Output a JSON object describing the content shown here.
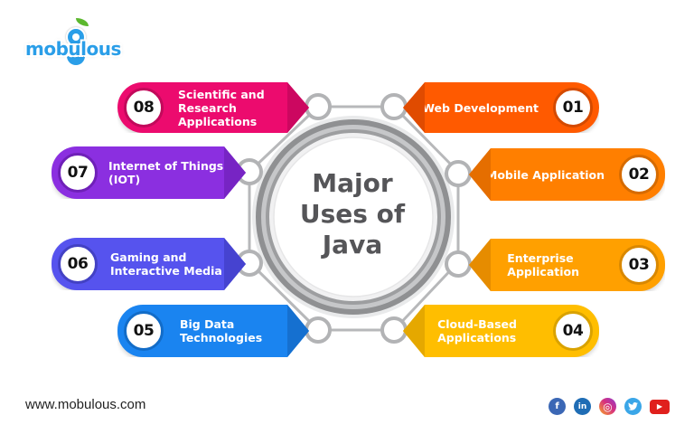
{
  "brand": {
    "logo_text": "mobulous",
    "website": "www.mobulous.com"
  },
  "center": {
    "title_line1": "Major",
    "title_line2": "Uses of",
    "title_line3": "Java"
  },
  "items": [
    {
      "num": "01",
      "label_line1": "Web Development",
      "label_line2": "",
      "label_line3": "",
      "color": "#FF5A00",
      "edge_color": "#E04B00"
    },
    {
      "num": "02",
      "label_line1": "Mobile Application",
      "label_line2": "",
      "label_line3": "",
      "color": "#FF7F00",
      "edge_color": "#E56E00"
    },
    {
      "num": "03",
      "label_line1": "Enterprise",
      "label_line2": "Application",
      "label_line3": "",
      "color": "#FFA000",
      "edge_color": "#E68C00"
    },
    {
      "num": "04",
      "label_line1": "Cloud-Based",
      "label_line2": "Applications",
      "label_line3": "",
      "color": "#FFBE00",
      "edge_color": "#E5A800"
    },
    {
      "num": "05",
      "label_line1": "Big Data",
      "label_line2": "Technologies",
      "label_line3": "",
      "color": "#1A84F0",
      "edge_color": "#1570D0"
    },
    {
      "num": "06",
      "label_line1": "Gaming and",
      "label_line2": "Interactive Media",
      "label_line3": "",
      "color": "#5653EE",
      "edge_color": "#4643D0"
    },
    {
      "num": "07",
      "label_line1": "Internet of Things",
      "label_line2": "(IOT)",
      "label_line3": "",
      "color": "#8B2FE0",
      "edge_color": "#7724C4"
    },
    {
      "num": "08",
      "label_line1": "Scientific and",
      "label_line2": "Research",
      "label_line3": "Applications",
      "color": "#EC0B6E",
      "edge_color": "#CC0760"
    }
  ],
  "socials": [
    {
      "name": "facebook",
      "glyph": "f",
      "color": "#3B67B5"
    },
    {
      "name": "linkedin",
      "glyph": "in",
      "color": "#1F6DB5"
    },
    {
      "name": "instagram",
      "glyph": "◎",
      "color": "#D6307F"
    },
    {
      "name": "twitter",
      "glyph": "🐦",
      "color": "#3AA6E8"
    },
    {
      "name": "youtube",
      "glyph": "▶",
      "color": "#E0201D"
    }
  ]
}
